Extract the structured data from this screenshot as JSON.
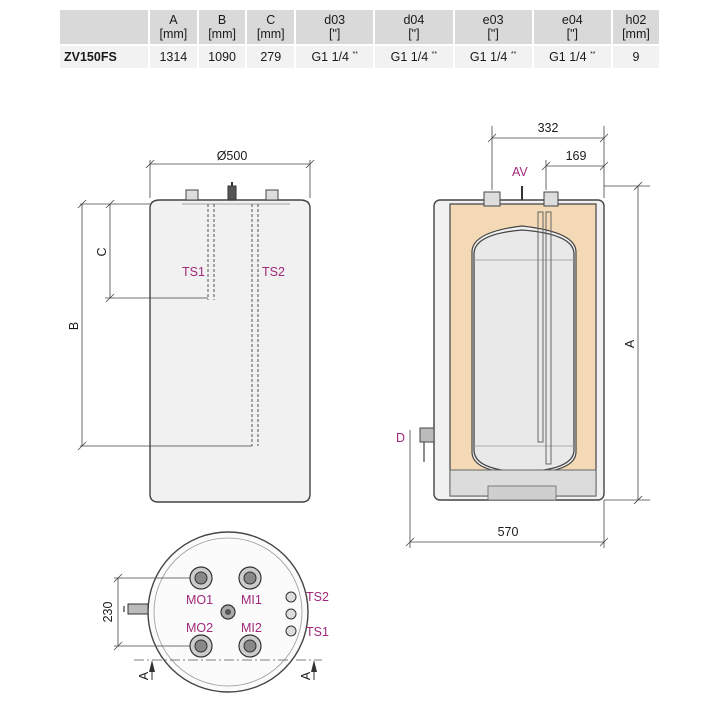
{
  "table": {
    "headers": [
      {
        "name": "",
        "unit": ""
      },
      {
        "name": "A",
        "unit": "[mm]"
      },
      {
        "name": "B",
        "unit": "[mm]"
      },
      {
        "name": "C",
        "unit": "[mm]"
      },
      {
        "name": "d03",
        "unit": "[\"]"
      },
      {
        "name": "d04",
        "unit": "[\"]"
      },
      {
        "name": "e03",
        "unit": "[\"]"
      },
      {
        "name": "e04",
        "unit": "[\"]"
      },
      {
        "name": "h02",
        "unit": "[mm]"
      }
    ],
    "row": {
      "model": "ZV150FS",
      "A": "1314",
      "B": "1090",
      "C": "279",
      "d03": "G1 1/4",
      "d04": "G1 1/4",
      "e03": "G1 1/4",
      "e04": "G1 1/4",
      "h02": "9",
      "footnote_mark": "**"
    }
  },
  "front_view": {
    "diameter_label": "Ø500",
    "dim_b": "B",
    "dim_c": "C",
    "ts1": "TS1",
    "ts2": "TS2"
  },
  "side_view": {
    "dim_332": "332",
    "dim_169": "169",
    "av": "AV",
    "dim_a": "A",
    "d": "D",
    "dim_570": "570"
  },
  "top_view": {
    "mo1": "MO1",
    "mi1": "MI1",
    "mo2": "MO2",
    "mi2": "MI2",
    "ts2": "TS2",
    "ts1": "TS1",
    "dim_230": "230",
    "section_left": "A",
    "section_right": "A"
  },
  "colors": {
    "insulation": "#f3d9b5",
    "accent_label": "#a0287a",
    "header_bg": "#d9d9d9",
    "row_bg": "#f2f2f2"
  }
}
